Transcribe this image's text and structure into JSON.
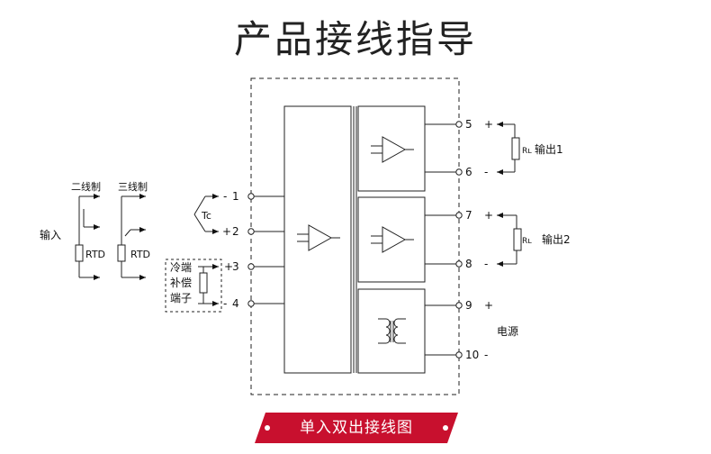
{
  "title": "产品接线指导",
  "footer": {
    "label": "单入双出接线图",
    "accent_color": "#c8102e"
  },
  "input_section": {
    "input_label": "输入",
    "two_wire_label": "二线制",
    "three_wire_label": "三线制",
    "rtd_label": "RTD",
    "tc_label": "Tc",
    "cold_junction_lines": [
      "冷端",
      "补偿",
      "端子"
    ]
  },
  "input_terminals": [
    {
      "sign": "-",
      "number": "1"
    },
    {
      "sign": "+",
      "number": "2"
    },
    {
      "sign": "+",
      "number": "3"
    },
    {
      "sign": "-",
      "number": "4"
    }
  ],
  "output_terminals": [
    {
      "number": "5",
      "sign": "+"
    },
    {
      "number": "6",
      "sign": "-"
    },
    {
      "number": "7",
      "sign": "+"
    },
    {
      "number": "8",
      "sign": "-"
    },
    {
      "number": "9",
      "sign": "+"
    },
    {
      "number": "10",
      "sign": "-"
    }
  ],
  "loads": [
    {
      "rl": "Rʟ",
      "label": "输出1"
    },
    {
      "rl": "Rʟ",
      "label": "输出2"
    }
  ],
  "power_label": "电源"
}
